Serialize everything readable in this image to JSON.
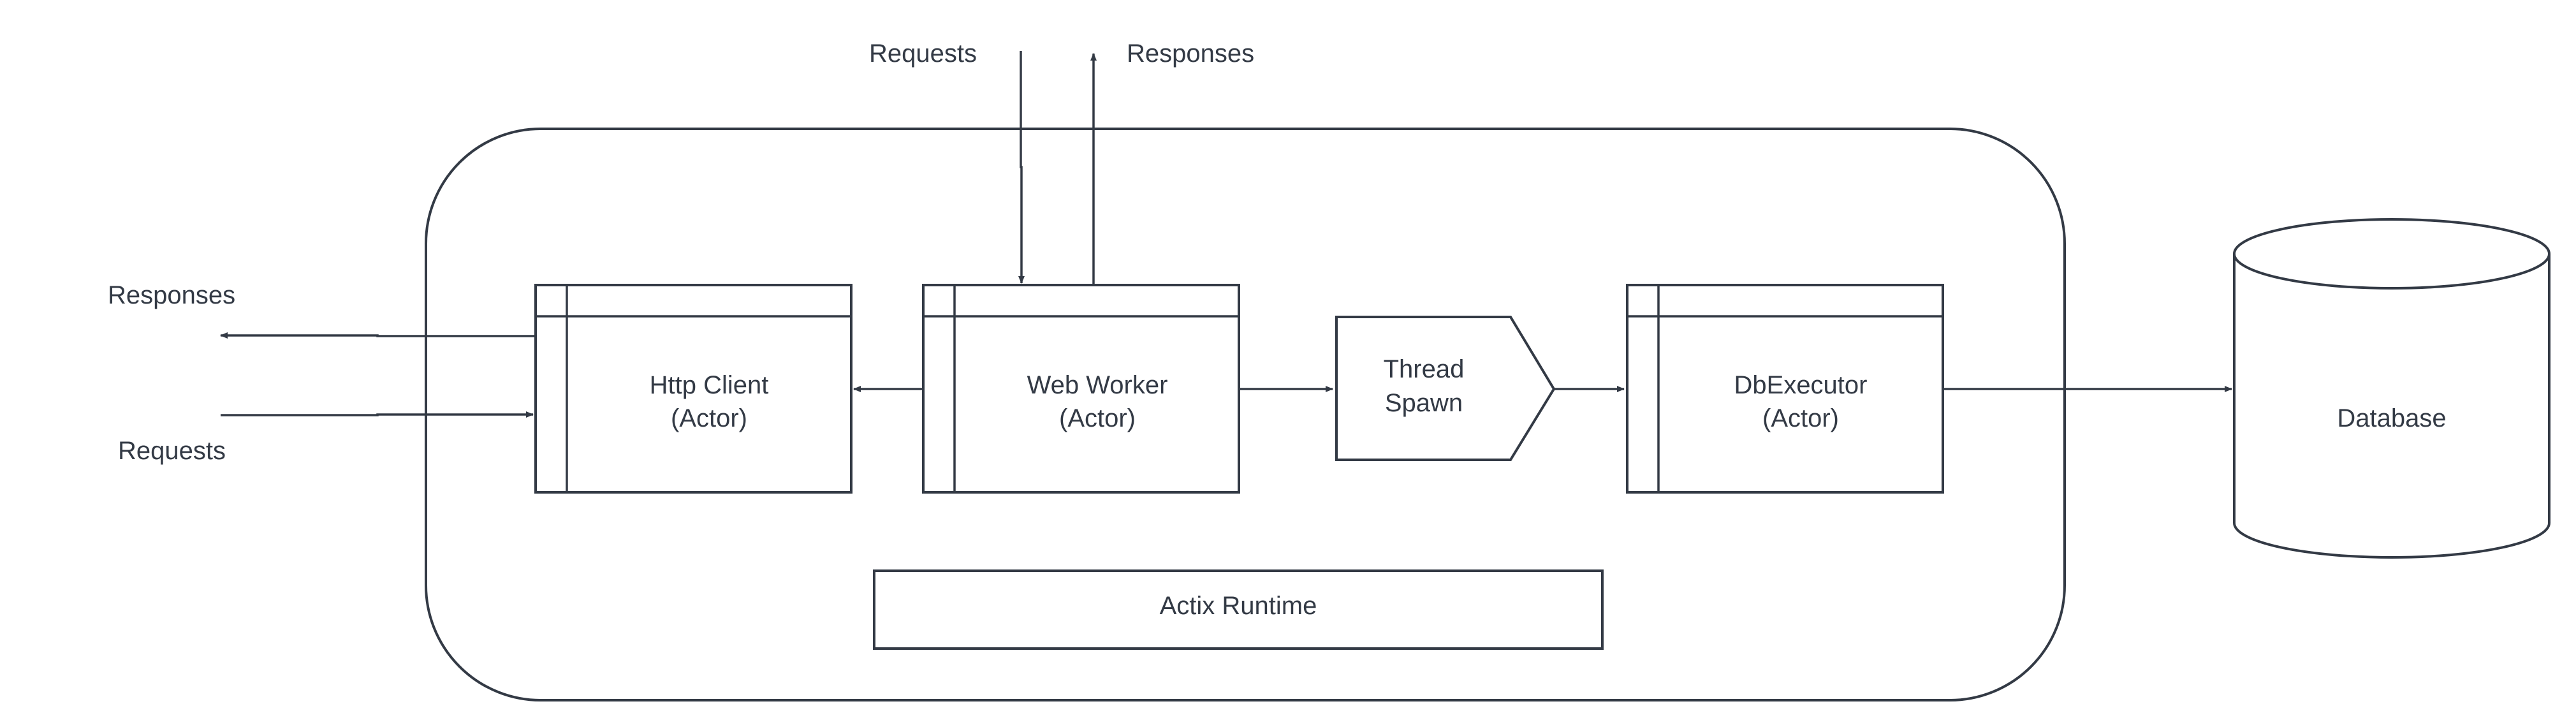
{
  "colors": {
    "stroke": "#333a45",
    "text": "#333a45",
    "background": "#ffffff"
  },
  "labels": {
    "top_requests": "Requests",
    "top_responses": "Responses",
    "left_responses": "Responses",
    "left_requests": "Requests"
  },
  "nodes": {
    "http_client": {
      "line1": "Http Client",
      "line2": "(Actor)"
    },
    "web_worker": {
      "line1": "Web Worker",
      "line2": "(Actor)"
    },
    "thread_spawn": {
      "line1": "Thread",
      "line2": "Spawn"
    },
    "db_executor": {
      "line1": "DbExecutor",
      "line2": "(Actor)"
    },
    "database": {
      "label": "Database"
    },
    "actix_runtime": {
      "label": "Actix Runtime"
    }
  }
}
